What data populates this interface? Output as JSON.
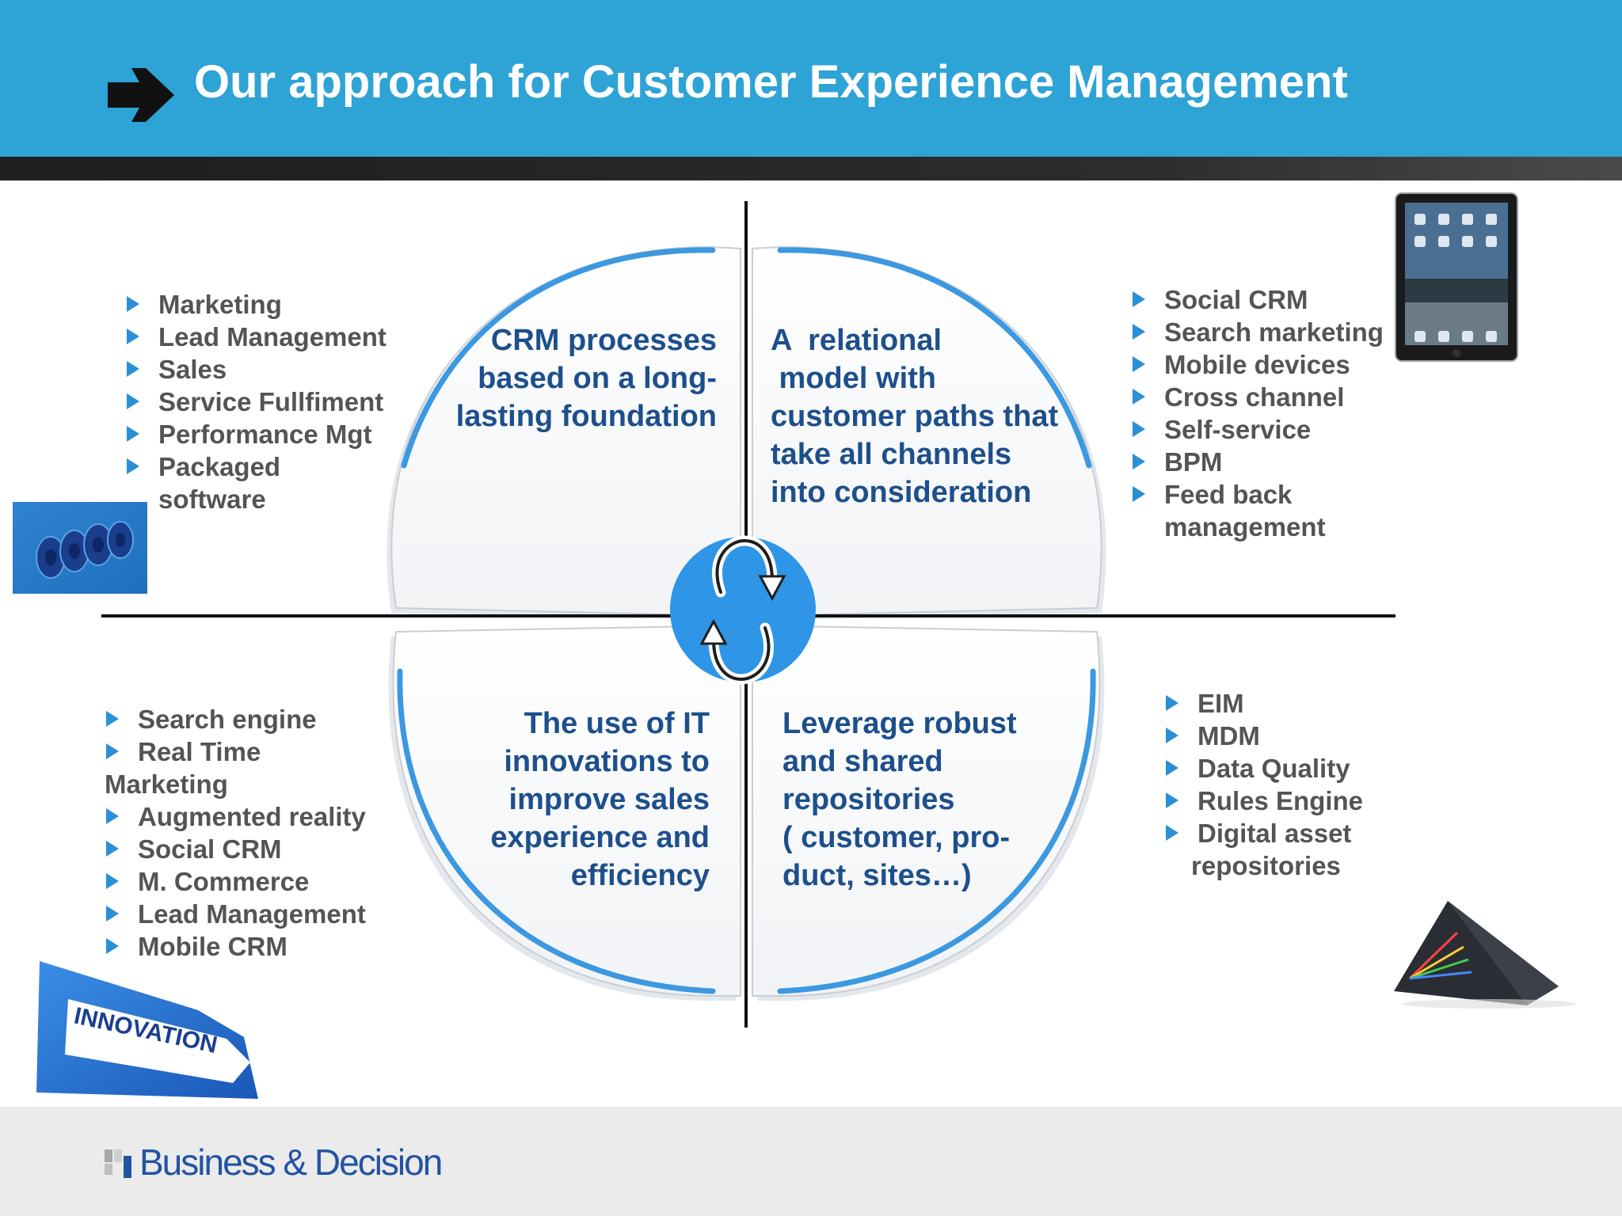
{
  "header": {
    "title": "Our approach for Customer Experience Management",
    "arrow_icon": "right-arrow-icon",
    "background": "#2ea3d5"
  },
  "quadrants": {
    "top_left": {
      "lines": [
        "CRM processes",
        "based on a long-",
        "lasting foundation"
      ]
    },
    "top_right": {
      "lines": [
        "A  relational",
        " model with",
        "customer paths that",
        "take all channels",
        "into consideration"
      ]
    },
    "bottom_left": {
      "lines": [
        "The use of IT",
        "innovations to",
        "improve sales",
        "experience and",
        "efficiency"
      ]
    },
    "bottom_right": {
      "lines": [
        "Leverage robust",
        "and shared",
        "repositories",
        "( customer, pro-",
        "duct, sites…)"
      ]
    }
  },
  "center_icon": "refresh-cycle-icon",
  "lists": {
    "top_left": [
      "Marketing",
      "Lead Management",
      "Sales",
      "Service Fullfiment",
      "Performance Mgt",
      "Packaged"
    ],
    "top_left_cont": "software",
    "top_right": [
      "Social CRM",
      "Search marketing",
      "Mobile devices",
      "Cross channel",
      "Self-service",
      "BPM",
      "Feed back"
    ],
    "top_right_cont": "management",
    "bottom_left_a": [
      "Search engine",
      "Real Time"
    ],
    "bottom_left_cont": "Marketing",
    "bottom_left_b": [
      "Augmented reality",
      "Social CRM",
      "M. Commerce",
      "Lead Management",
      "Mobile CRM"
    ],
    "bottom_right": [
      "EIM",
      "MDM",
      "Data Quality",
      "Rules Engine",
      "Digital asset"
    ],
    "bottom_right_cont": "repositories"
  },
  "images": {
    "gears": "gears-image",
    "tablet": "tablet-image",
    "innovation_sign": "innovation-sign-image",
    "innovation_sign_text": "INNOVATION",
    "prism": "prism-image"
  },
  "footer": {
    "logo_text": "Business & Decision",
    "logo_icon": "business-decision-logo-icon"
  },
  "colors": {
    "accent": "#2a8fd5",
    "quadrant_text": "#1d4f8c",
    "bullet_text": "#545454",
    "title_bar": "#2ea3d5"
  }
}
